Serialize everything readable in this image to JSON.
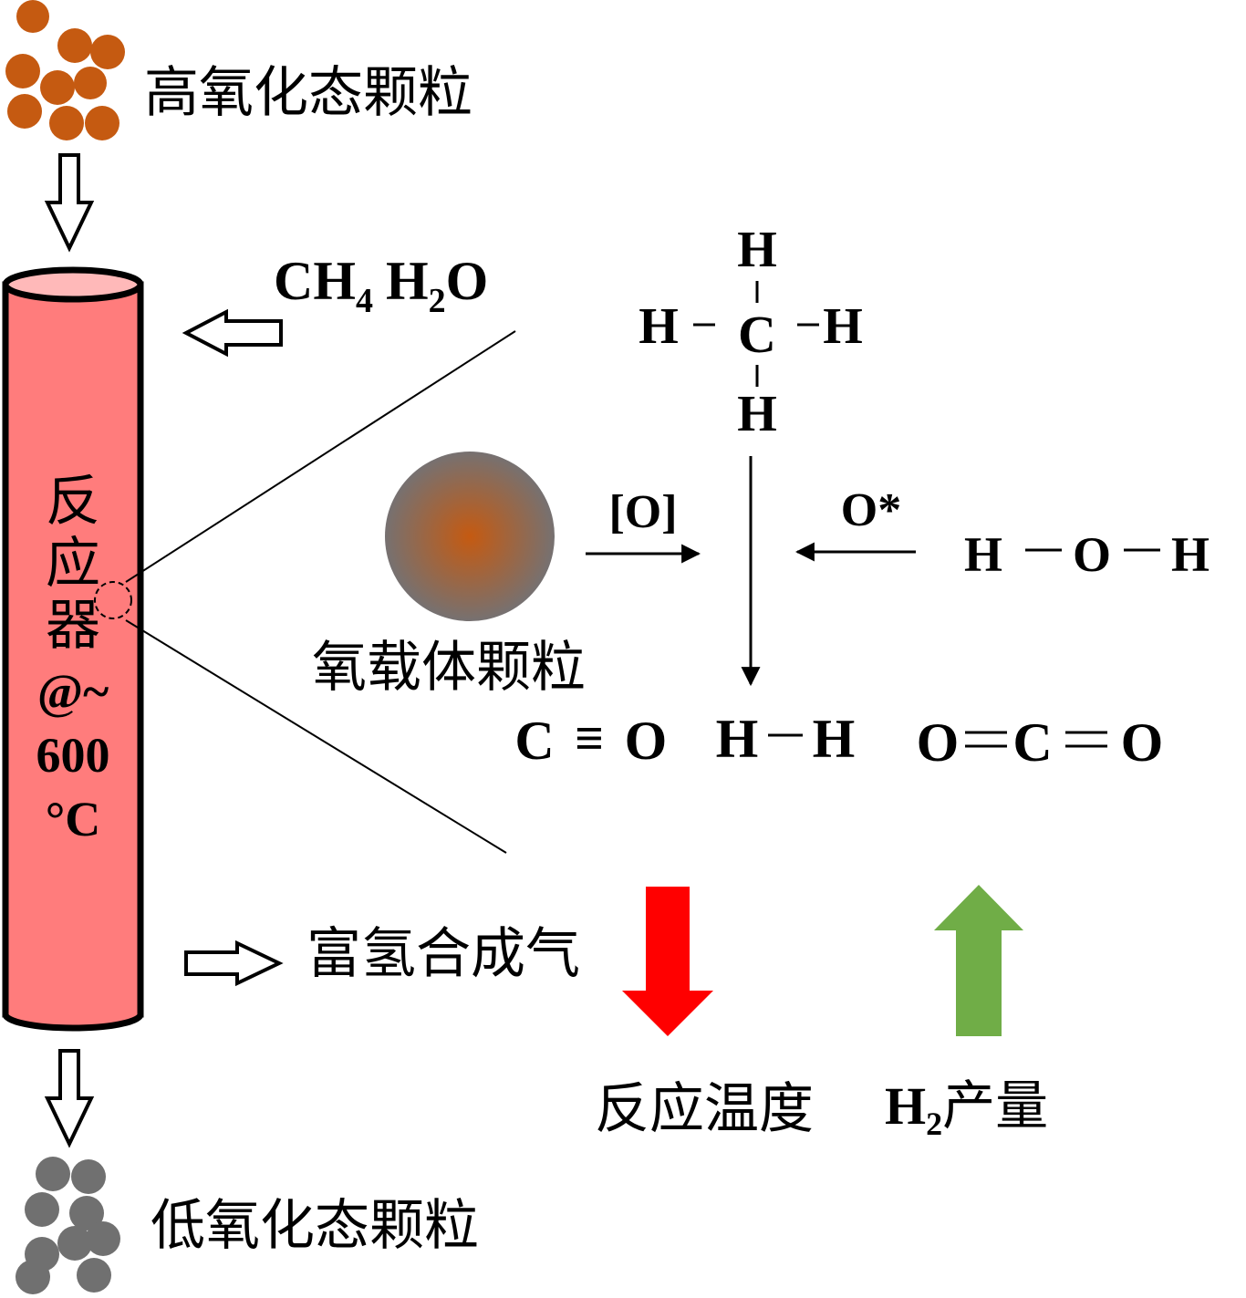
{
  "labels": {
    "high_oxidation_particles": "高氧化态颗粒",
    "low_oxidation_particles": "低氧化态颗粒",
    "reactor_chars": [
      "反",
      "应",
      "器"
    ],
    "reactor_temp_prefix": "@~",
    "reactor_temp_value": "600",
    "reactor_temp_unit": "°C",
    "oxygen_carrier": "氧载体颗粒",
    "syngas": "富氢合成气",
    "reaction_temperature": "反应温度",
    "h2_yield_h": "H",
    "h2_yield_sub": "2",
    "h2_yield_rest": "产量"
  },
  "feed": {
    "ch4_main": "CH",
    "ch4_sub": "4",
    "h2o_h": "H",
    "h2o_sub": "2",
    "h2o_o": "O"
  },
  "methane": {
    "h_top": "H",
    "h_left": "H",
    "c": "C",
    "h_right": "H",
    "h_bottom": "H",
    "bond_left": "−",
    "bond_right": "−"
  },
  "lattice_oxygen": "[O]",
  "active_oxygen": "O*",
  "water": {
    "h1": "H",
    "o": "O",
    "h2": "H"
  },
  "products": {
    "co_c": "C",
    "co_bond": "≡",
    "co_o": "O",
    "h2_h1": "H",
    "h2_h2": "H",
    "co2_o1": "O",
    "co2_c": "C",
    "co2_o2": "O"
  },
  "colors": {
    "reactor_body": "#ff7c7c",
    "reactor_top": "#ffb9b9",
    "high_particle": "#c55a11",
    "low_particle": "#707070",
    "carrier_center": "#c55a11",
    "carrier_edge": "#767171",
    "temp_arrow": "#ff0000",
    "h2_arrow": "#70ad47"
  }
}
